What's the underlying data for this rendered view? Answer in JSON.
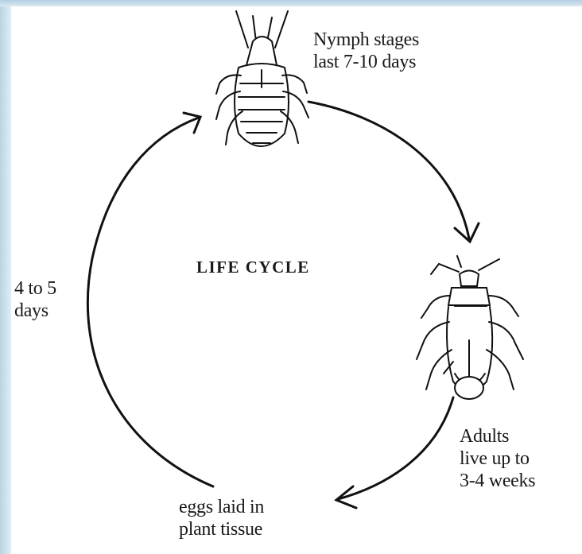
{
  "title": "LIFE CYCLE",
  "stages": {
    "nymph": "Nymph stages\nlast 7-10 days",
    "adult": "Adults\nlive up to\n3-4 weeks",
    "eggs": "eggs laid in\nplant tissue",
    "incubation": "4 to 5\ndays"
  },
  "icons": {
    "nymph": "nymph-insect",
    "adult": "adult-insect",
    "arrows": "cycle-arrows"
  }
}
